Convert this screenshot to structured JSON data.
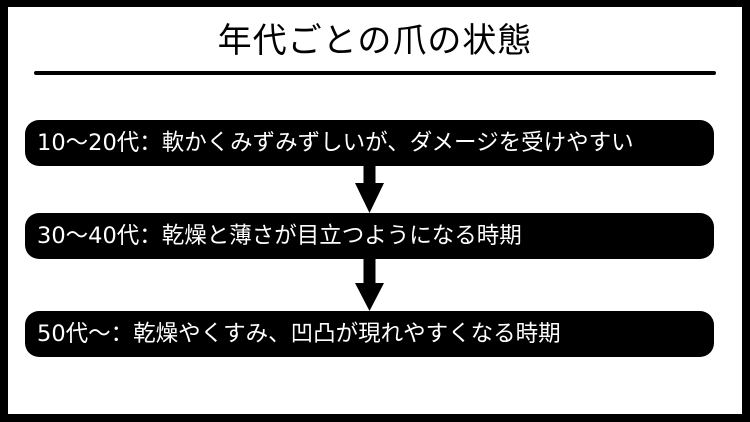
{
  "title": "年代ごとの爪の状態",
  "colors": {
    "frame": "#000000",
    "background": "#ffffff",
    "pill_background": "#000000",
    "pill_text": "#ffffff"
  },
  "stages": [
    {
      "age": "10〜20代",
      "separator": "：",
      "description": "軟かくみずみずしいが、ダメージを受けやすい",
      "label": "10〜20代：軟かくみずみずしいが、ダメージを受けやすい"
    },
    {
      "age": "30〜40代",
      "separator": "：",
      "description": "乾燥と薄さが目立つようになる時期",
      "label": "30〜40代：乾燥と薄さが目立つようになる時期"
    },
    {
      "age": "50代〜",
      "separator": "：",
      "description": "乾燥やくすみ、凹凸が現れやすくなる時期",
      "label": "50代〜：乾燥やくすみ、凹凸が現れやすくなる時期"
    }
  ],
  "connectors": [
    {
      "icon": "arrow-down-icon",
      "from": 0,
      "to": 1
    },
    {
      "icon": "arrow-down-icon",
      "from": 1,
      "to": 2
    }
  ]
}
